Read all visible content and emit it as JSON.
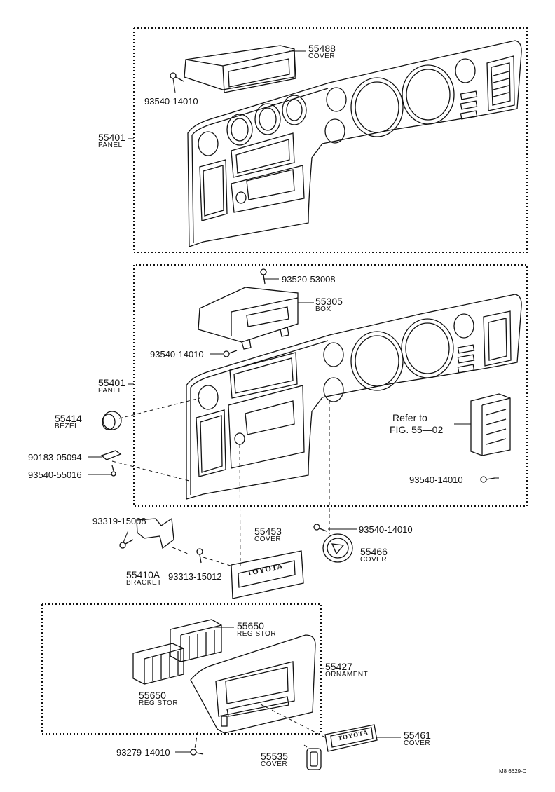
{
  "parts": {
    "cover_55488": {
      "number": "55488",
      "name": "COVER"
    },
    "screw_93540_top": {
      "number": "93540-14010"
    },
    "panel_55401_top": {
      "number": "55401",
      "name": "PANEL"
    },
    "screw_93520": {
      "number": "93520-53008"
    },
    "box_55305": {
      "number": "55305",
      "name": "BOX"
    },
    "screw_93540_mid": {
      "number": "93540-14010"
    },
    "panel_55401_mid": {
      "number": "55401",
      "name": "PANEL"
    },
    "bezel_55414": {
      "number": "55414",
      "name": "BEZEL"
    },
    "clip_90183": {
      "number": "90183-05094"
    },
    "screw_93540_55016": {
      "number": "93540-55016"
    },
    "refer": {
      "line1": "Refer to",
      "line2": "FIG. 55—02"
    },
    "screw_93540_right": {
      "number": "93540-14010"
    },
    "screw_93319": {
      "number": "93319-15008"
    },
    "screw_93540_lower": {
      "number": "93540-14010"
    },
    "cover_55453": {
      "number": "55453",
      "name": "COVER"
    },
    "bracket_55410A": {
      "number": "55410A",
      "name": "BRACKET"
    },
    "screw_93313": {
      "number": "93313-15012"
    },
    "cover_55466": {
      "number": "55466",
      "name": "COVER"
    },
    "registor_55650_a": {
      "number": "55650",
      "name": "REGISTOR"
    },
    "ornament_55427": {
      "number": "55427",
      "name": "ORNAMENT"
    },
    "registor_55650_b": {
      "number": "55650",
      "name": "REGISTOR"
    },
    "screw_93279": {
      "number": "93279-14010"
    },
    "cover_55461": {
      "number": "55461",
      "name": "COVER"
    },
    "cover_55535": {
      "number": "55535",
      "name": "COVER"
    },
    "badge_text": "TOYOTA",
    "figure_code": "M8 6629-C"
  }
}
